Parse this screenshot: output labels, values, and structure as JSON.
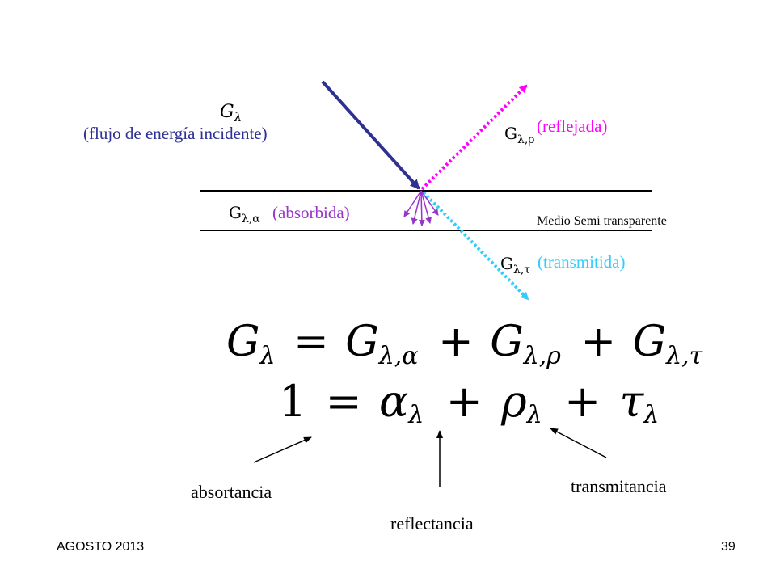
{
  "labels": {
    "incident_symbol": "G",
    "incident_sub": "λ",
    "incident_text": "(flujo de energía incidente)",
    "reflected_symbol": "G",
    "reflected_sub": "λ,ρ",
    "reflected_text": "(reflejada)",
    "absorbed_symbol": "G",
    "absorbed_sub": "λ,α",
    "absorbed_text": "(absorbida)",
    "medium_text": "Medio Semi transparente",
    "transmitted_symbol": "G",
    "transmitted_sub": "λ,τ",
    "transmitted_text": "(transmitida)"
  },
  "equation1": {
    "lhs": "G",
    "lhs_sub": "λ",
    "eq": "=",
    "t1": "G",
    "t1_sub": "λ,α",
    "plus1": "+",
    "t2": "G",
    "t2_sub": "λ,ρ",
    "plus2": "+",
    "t3": "G",
    "t3_sub": "λ,τ"
  },
  "equation2": {
    "one": "1",
    "eq": "=",
    "alpha": "α",
    "alpha_sub": "λ",
    "plus1": "+",
    "rho": "ρ",
    "rho_sub": "λ",
    "plus2": "+",
    "tau": "τ",
    "tau_sub": "λ"
  },
  "captions": {
    "absortancia": "absortancia",
    "reflectancia": "reflectancia",
    "transmitancia": "transmitancia"
  },
  "footer": {
    "date": "AGOSTO 2013",
    "page": "39"
  },
  "colors": {
    "incident": "#2e3192",
    "reflected": "#ff00ff",
    "transmitted": "#33ccff",
    "absorbed": "#9933cc",
    "label_text": "#2e3192",
    "lines": "#000000"
  }
}
